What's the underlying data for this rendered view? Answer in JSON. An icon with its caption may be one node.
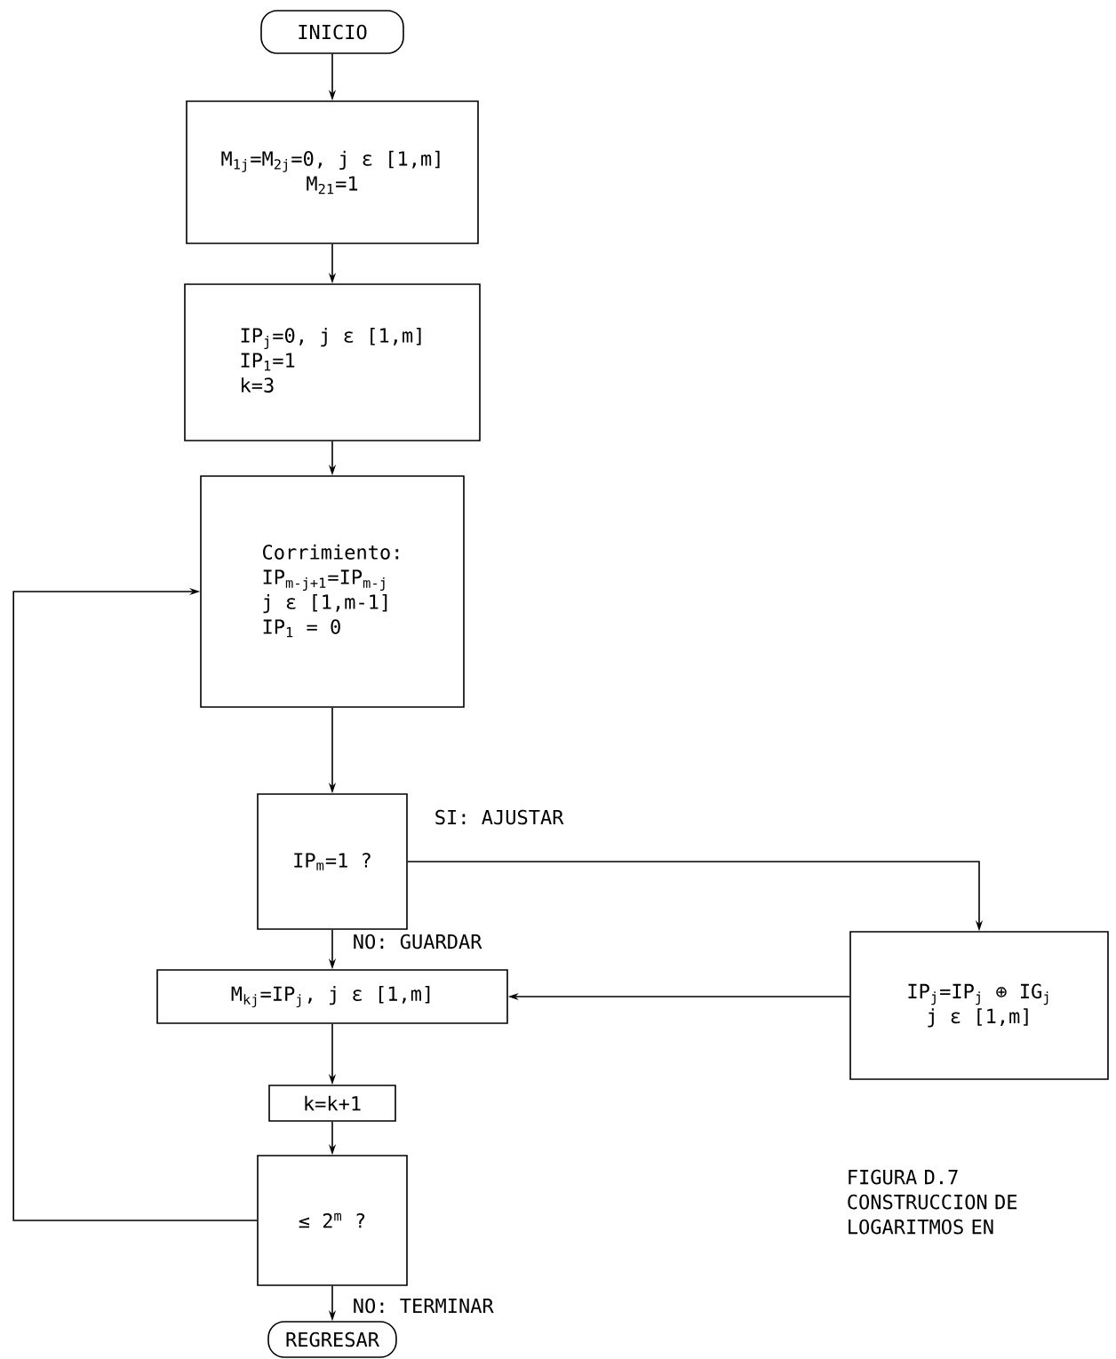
{
  "diagram": {
    "caption": "FIGURA D.7 CONSTRUCCION DE LOGARITMOS EN",
    "nodes": [
      {
        "text": [
          "INICIO"
        ]
      },
      {
        "text": [
          "M$_{1j}$=M$_{2j}$=0, j ε [1,m]",
          "M$_{21}$=1"
        ]
      },
      {
        "text": [
          "IP$_{j}$=0, j ε [1,m]",
          "IP$_{1}$=1",
          "k=3"
        ]
      },
      {
        "text": [
          "Corrimiento:",
          "IP$_{m-j+1}$=IP$_{m-j}$",
          "j ε [1,m-1]",
          "IP$_{1}$ = 0"
        ]
      },
      {
        "text": [
          "IP$_{m}$=1 ?"
        ]
      },
      {
        "text": [
          "M$_{kj}$=IP$_{j}$, j ε [1,m]"
        ]
      },
      {
        "text": [
          "k=k+1"
        ]
      },
      {
        "text": [
          "≤ 2$^{m}$ ?"
        ]
      },
      {
        "text": [
          "REGRESAR"
        ]
      },
      {
        "text": [
          "IP$_{j}$=IP$_{j}$ ⊕ IG$_{j}$",
          "j ε [1,m]"
        ]
      }
    ],
    "edges": [
      {
        "from": 0,
        "to": 1,
        "arrow": "to"
      },
      {
        "from": 1,
        "to": 2,
        "arrow": "to"
      },
      {
        "from": 2,
        "to": 3,
        "arrow": "to"
      },
      {
        "from": 3,
        "to": 4,
        "arrow": "to"
      },
      {
        "from": 4,
        "to": 9,
        "arrow": "to",
        "label": "SI: AJUSTAR"
      },
      {
        "from": 4,
        "to": 5,
        "arrow": "to",
        "label": "NO: GUARDAR"
      },
      {
        "from": 9,
        "to": 5,
        "arrow": "to"
      },
      {
        "from": 5,
        "to": 6,
        "arrow": "to"
      },
      {
        "from": 6,
        "to": 7,
        "arrow": "to"
      },
      {
        "from": 7,
        "to": 3,
        "arrow": "to"
      },
      {
        "from": 7,
        "to": 8,
        "arrow": "to",
        "label": "NO: TERMINAR"
      }
    ]
  }
}
